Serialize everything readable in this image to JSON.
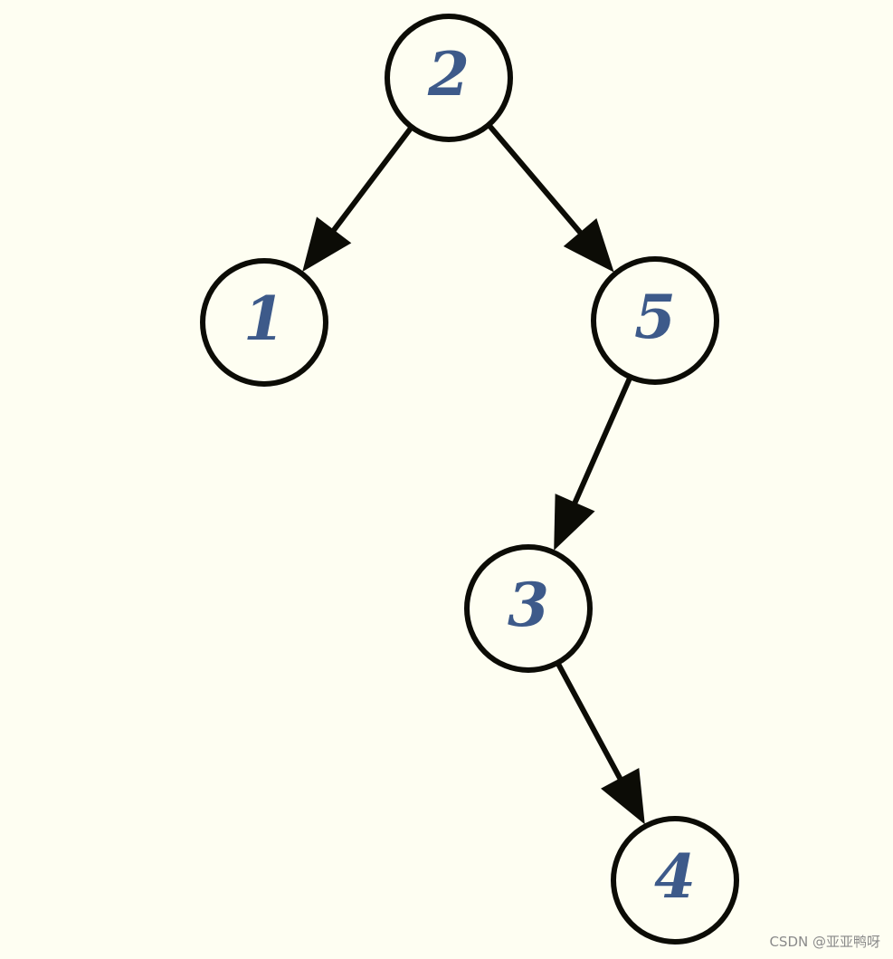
{
  "diagram": {
    "nodes": [
      {
        "id": "n2",
        "label": "2"
      },
      {
        "id": "n1",
        "label": "1"
      },
      {
        "id": "n5",
        "label": "5"
      },
      {
        "id": "n3",
        "label": "3"
      },
      {
        "id": "n4",
        "label": "4"
      }
    ],
    "edges": [
      {
        "from": "n2",
        "to": "n1"
      },
      {
        "from": "n2",
        "to": "n5"
      },
      {
        "from": "n5",
        "to": "n3"
      },
      {
        "from": "n3",
        "to": "n4"
      }
    ]
  },
  "watermark": "CSDN @亚亚鸭呀",
  "colors": {
    "background": "#fefef2",
    "stroke": "#0c0c06",
    "label": "#3d5a8a"
  }
}
